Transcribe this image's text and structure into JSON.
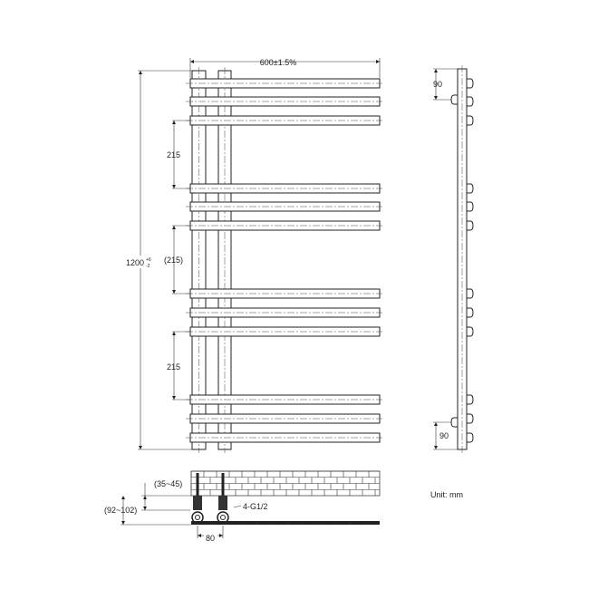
{
  "front_view": {
    "width_dim": "600±1.5%",
    "height_dim": "1200",
    "height_tol_upper": "+6",
    "height_tol_lower": "-2",
    "spacing_1": "215",
    "spacing_2": "(215)",
    "spacing_3": "215"
  },
  "side_view": {
    "top_dim": "90",
    "bottom_dim": "90"
  },
  "bottom_view": {
    "wall_offset": "(35~45)",
    "pipe_height": "(92~102)",
    "connection": "4-G1/2",
    "pipe_spacing": "80"
  },
  "unit_note": "Unit: mm"
}
